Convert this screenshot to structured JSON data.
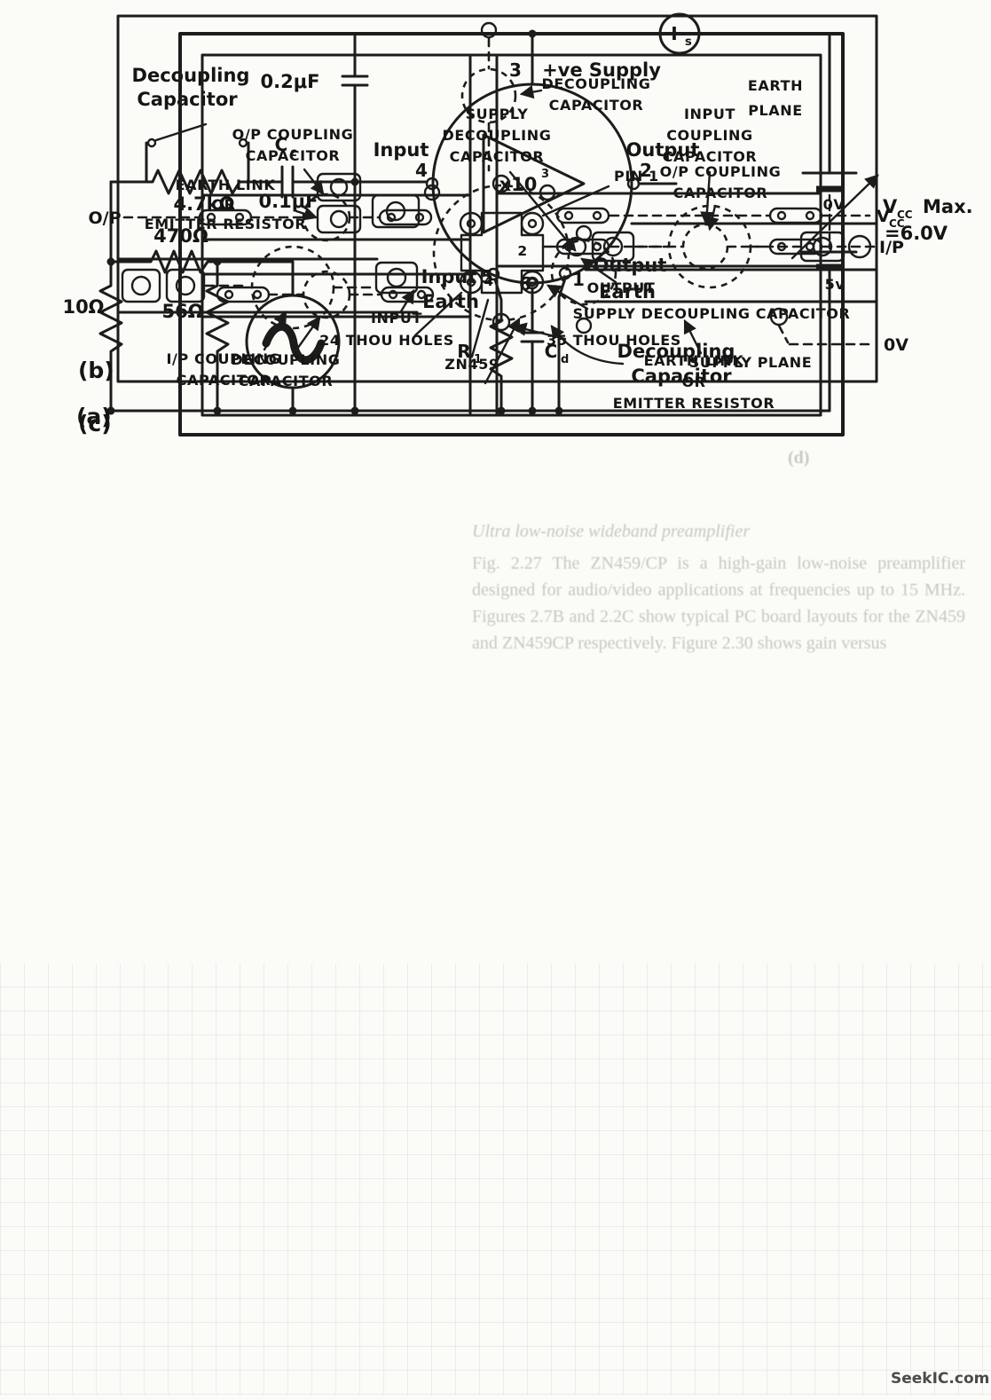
{
  "watermark": "SeekIC.com",
  "fig_a": {
    "tag": "(a)",
    "decap_top": {
      "l1": "Decoupling",
      "l2": "Capacitor"
    },
    "c02": "0.2μF",
    "cc": {
      "sym": "C",
      "sub": "c"
    },
    "c01": "0.1μF",
    "r4k7": "4.7kΩ",
    "r470": "470Ω",
    "r10": "10Ω",
    "r56": "56Ω",
    "pin3": "3",
    "supply": "+ve Supply",
    "input": "Input",
    "pin4": "4",
    "gain": {
      "base": "x10",
      "exp": "3"
    },
    "output": "Output",
    "pin2": "2",
    "input_earth": {
      "l1": "Input",
      "pin": "5",
      "l2": "Earth"
    },
    "pin6": "6",
    "output_earth": {
      "l1": "Output",
      "pin": "1",
      "l2": "Earth"
    },
    "r1": {
      "sym": "R",
      "sub": "1"
    },
    "cd": {
      "sym": "C",
      "sub": "d"
    },
    "decap_bottom": {
      "l1": "Decoupling",
      "l2": "Capacitor"
    },
    "is": {
      "sym": "I",
      "sub": "s"
    },
    "vcc": {
      "sym": "V",
      "sub": "CC",
      "rest": "Max.",
      "value": "=6.0V"
    }
  },
  "fig_b": {
    "tag": "(b)",
    "decoupling_cap": {
      "l1": "DECOUPLING",
      "l2": "CAPACITOR"
    },
    "earth_plane": {
      "l1": "EARTH",
      "l2": "PLANE"
    },
    "earth_link": {
      "l1": "EARTH LINK",
      "l2": "OR",
      "l3": "EMITTER RESISTOR"
    },
    "pin1": "PIN 1",
    "op_coupling": {
      "l1": "O/P COUPLING",
      "l2": "CAPACITOR"
    },
    "zero_v": "0V",
    "pin2": "2",
    "pin4": "4",
    "output": "OUTPUT",
    "five_v": "5v",
    "supply_decap": "SUPPLY DECOUPLING CAPACITOR",
    "input": "INPUT",
    "holes24": "24 THOU HOLES",
    "holes35": "35 THOU HOLES",
    "ic": "ZN459",
    "ip_coupling": {
      "l1": "I/P COUPLING",
      "l2": "CAPACITOR"
    },
    "supply_plane": "SUPPLY PLANE"
  },
  "fig_c": {
    "tag": "(c)",
    "op_coupling": {
      "l1": "O/P COUPLING",
      "l2": "CAPACITOR"
    },
    "supply_decap": {
      "l1": "SUPPLY",
      "l2": "DECOUPLING",
      "l3": "CAPACITOR"
    },
    "input_coupling": {
      "l1": "INPUT",
      "l2": "COUPLING",
      "l3": "CAPACITOR"
    },
    "op": "O/P",
    "vcc": {
      "sym": "V",
      "sub": "CC"
    },
    "ip": "I/P",
    "decap": {
      "l1": "DECOUPLING",
      "l2": "CAPACITOR"
    },
    "earth_link": {
      "l1": "EARTH LINK",
      "l2": "OR",
      "l3": "EMITTER RESISTOR"
    },
    "zero_v": "0V"
  },
  "bleed": {
    "heading": "Ultra low-noise wideband preamplifier",
    "body": "Fig. 2.27 The ZN459/CP is a high-gain low-noise preamplifier designed for audio/video applications at frequencies up to 15 MHz. Figures 2.7B and 2.2C show typical PC board layouts for the ZN459 and ZN459CP respectively. Figure 2.30 shows gain versus",
    "d_tag": "(d)"
  }
}
